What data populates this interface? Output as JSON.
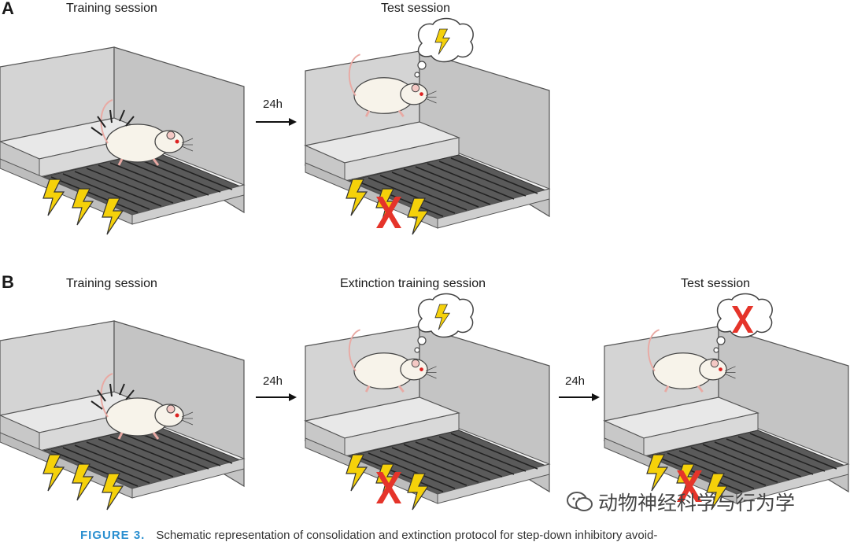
{
  "panel_a": {
    "letter": "A",
    "titles": [
      "Training session",
      "Test session"
    ],
    "interval": "24h"
  },
  "panel_b": {
    "letter": "B",
    "titles": [
      "Training session",
      "Extinction training session",
      "Test session"
    ],
    "intervals": [
      "24h",
      "24h"
    ]
  },
  "caption": {
    "label": "FIGURE 3.",
    "text": "Schematic representation of consolidation and extinction protocol for step-down inhibitory avoid-"
  },
  "watermark": "动物神经科学与行为学",
  "colors": {
    "bolt": "#f5d10a",
    "cross": "#e5342a",
    "wall": "#d0d0d0",
    "platform": "#e6e6e6",
    "grid": "#3a3a3a"
  }
}
